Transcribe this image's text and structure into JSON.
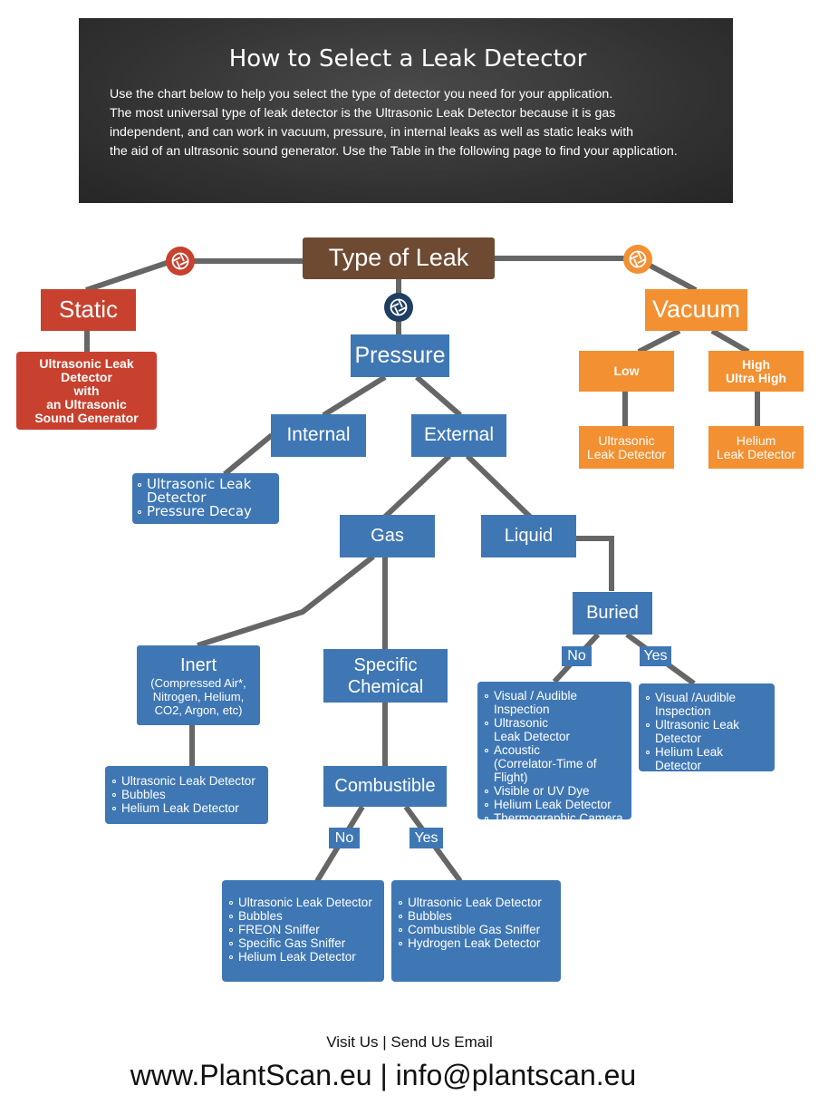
{
  "header": {
    "title": "How to Select a Leak Detector",
    "lines": [
      "Use the chart below to help you select the type of detector you need for your application.",
      "The most universal type of leak detector is the Ultrasonic Leak Detector because it is gas",
      "independent, and can work in vacuum, pressure, in internal leaks as well as static leaks with",
      "the aid of an ultrasonic sound generator. Use the Table in the following page to find your application."
    ]
  },
  "root": {
    "label": "Type of Leak"
  },
  "static": {
    "label": "Static",
    "result": [
      "Ultrasonic Leak",
      "Detector",
      "with",
      "an Ultrasonic",
      "Sound Generator"
    ]
  },
  "vacuum": {
    "label": "Vacuum",
    "low": {
      "label": "Low",
      "result": [
        "Ultrasonic",
        "Leak Detector"
      ]
    },
    "high": {
      "label": [
        "High",
        "Ultra High"
      ],
      "result": [
        "Helium",
        "Leak Detector"
      ]
    }
  },
  "pressure": {
    "label": "Pressure",
    "internal": {
      "label": "Internal",
      "result": [
        "Ultrasonic Leak",
        "Detector",
        "Pressure Decay"
      ]
    },
    "external": {
      "label": "External"
    },
    "gas": {
      "label": "Gas"
    },
    "liquid": {
      "label": "Liquid"
    },
    "buried": {
      "label": "Buried",
      "no": "No",
      "yes": "Yes",
      "no_result": [
        "Visual / Audible",
        "Inspection",
        "Ultrasonic",
        "Leak Detector",
        "Acoustic",
        "(Correlator-Time of Flight)",
        "Visible or UV Dye",
        "Helium Leak Detector",
        "Thermographic Camera"
      ],
      "yes_result": [
        "Visual /Audible",
        "Inspection",
        "Ultrasonic Leak",
        "Detector",
        "Helium Leak Detector"
      ]
    },
    "inert": {
      "label": "Inert",
      "sub": [
        "(Compressed Air*,",
        "Nitrogen, Helium,",
        "CO2, Argon, etc)"
      ],
      "result": [
        "Ultrasonic Leak Detector",
        "Bubbles",
        "Helium Leak Detector"
      ]
    },
    "specific": {
      "label": [
        "Specific",
        "Chemical"
      ]
    },
    "combustible": {
      "label": "Combustible",
      "no": "No",
      "yes": "Yes",
      "no_result": [
        "Ultrasonic Leak Detector",
        "Bubbles",
        "FREON Sniffer",
        "Specific Gas Sniffer",
        "Helium Leak Detector"
      ],
      "yes_result": [
        "Ultrasonic Leak Detector",
        "Bubbles",
        "Combustible Gas Sniffer",
        "Hydrogen Leak Detector"
      ]
    }
  },
  "footer": {
    "visit": "Visit Us | Send Us Email",
    "contact": "www.PlantScan.eu | info@plantscan.eu"
  },
  "colors": {
    "blue": "#3f77b4",
    "red": "#c8412e",
    "orange": "#f39031",
    "brown": "#6e4a32",
    "navy": "#1f3e63",
    "connector": "#666666"
  },
  "icons": [
    "aperture-icon"
  ]
}
